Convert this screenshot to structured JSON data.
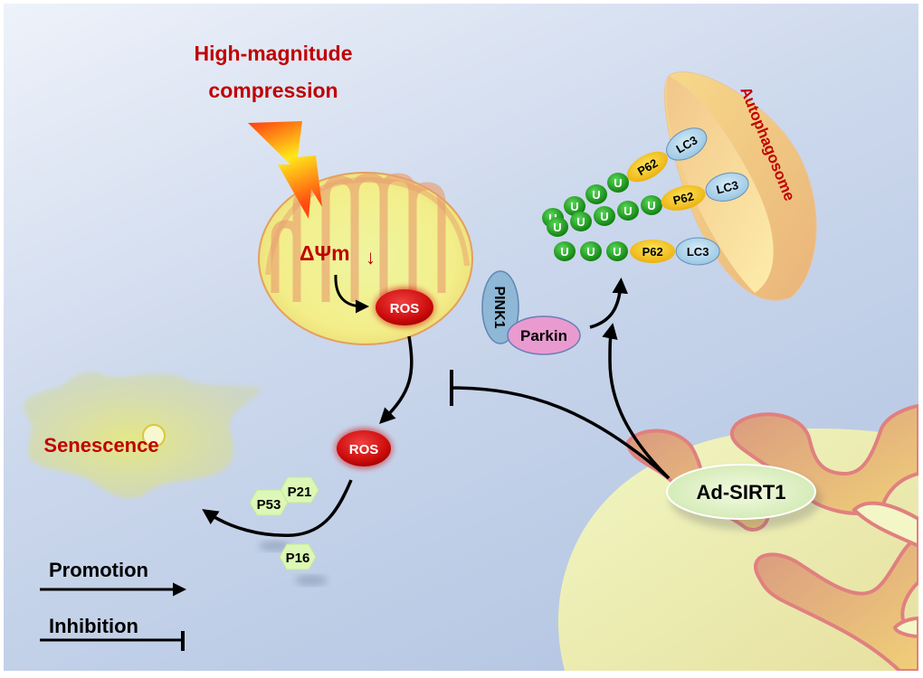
{
  "figure": {
    "stimulus": {
      "line1": "High-magnitude",
      "line2": "compression",
      "icon": "lightning-bolt-icon"
    },
    "mitochondrion_damaged": {
      "membrane_potential_label": "ΔΨm",
      "membrane_potential_arrow": "↓",
      "ros_label": "ROS"
    },
    "mitophagy": {
      "pink1_label": "PINK1",
      "parkin_label": "Parkin",
      "ubiquitin_label": "U",
      "p62_label": "P62",
      "lc3_label": "LC3",
      "autophagosome_label": "Autophagosome",
      "chains": [
        {
          "ubiquitin_count": 4
        },
        {
          "ubiquitin_count": 5
        },
        {
          "ubiquitin_count": 3
        }
      ]
    },
    "senescence_pathway": {
      "ros_label": "ROS",
      "p53_label": "P53",
      "p21_label": "P21",
      "p16_label": "P16",
      "senescence_label": "Senescence"
    },
    "treatment": {
      "label": "Ad-SIRT1"
    },
    "legend": {
      "promotion_label": "Promotion",
      "inhibition_label": "Inhibition"
    },
    "colors": {
      "accent_red": "#c00000",
      "ros_red": "#d21313",
      "ubiquitin_green": "#1f9a1f",
      "p62_yellow": "#f2c200",
      "lc3_blue": "#a9d3ea",
      "pink1_blue": "#8fb7d6",
      "parkin_pink": "#e99bd0",
      "hexagon_green": "#d9f5b0"
    }
  }
}
